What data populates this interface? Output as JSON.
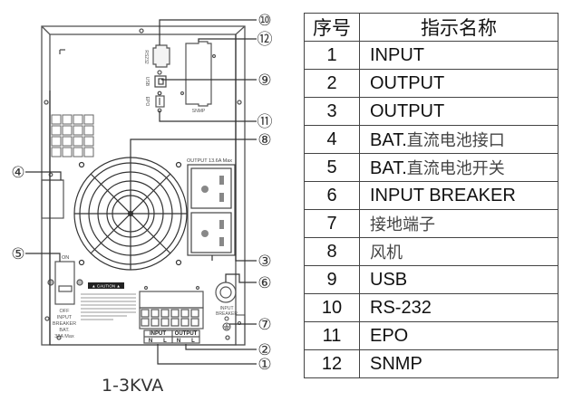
{
  "figure": {
    "caption": "1-3KVA",
    "panel_labels": {
      "rs232": "RS232",
      "usb": "USB",
      "epo": "EPO",
      "snmp": "SNMP",
      "output_rating": "OUTPUT  13.6A Max",
      "caution": "▲ CAUTION ▲",
      "breaker_on": "ON",
      "breaker_off": "OFF",
      "breaker_line1": "INPUT",
      "breaker_line2": "BREAKER",
      "breaker_line3": "BAT.",
      "breaker_line4": "32A Max",
      "input_breaker_1": "INPUT",
      "input_breaker_2": "BREAKER",
      "terminal_input": "INPUT",
      "terminal_output": "OUTPUT",
      "terminal_n1": "N",
      "terminal_l1": "L",
      "terminal_n2": "N",
      "terminal_l2": "L"
    },
    "callouts": [
      "⑩",
      "⑫",
      "⑨",
      "⑪",
      "⑧",
      "④",
      "⑤",
      "③",
      "⑥",
      "⑦",
      "②",
      "①"
    ]
  },
  "legend_table": {
    "headers": [
      "序号",
      "指示名称"
    ],
    "rows": [
      {
        "num": "1",
        "name": "INPUT"
      },
      {
        "num": "2",
        "name": "OUTPUT"
      },
      {
        "num": "3",
        "name": "OUTPUT"
      },
      {
        "num": "4",
        "name_en": "BAT.",
        "name_cn": "直流电池接口"
      },
      {
        "num": "5",
        "name_en": "BAT.",
        "name_cn": "直流电池开关"
      },
      {
        "num": "6",
        "name": "INPUT BREAKER"
      },
      {
        "num": "7",
        "name_cn": "接地端子"
      },
      {
        "num": "8",
        "name_cn": "风机"
      },
      {
        "num": "9",
        "name": "USB"
      },
      {
        "num": "10",
        "name": "RS-232"
      },
      {
        "num": "11",
        "name": "EPO"
      },
      {
        "num": "12",
        "name": "SNMP"
      }
    ]
  }
}
